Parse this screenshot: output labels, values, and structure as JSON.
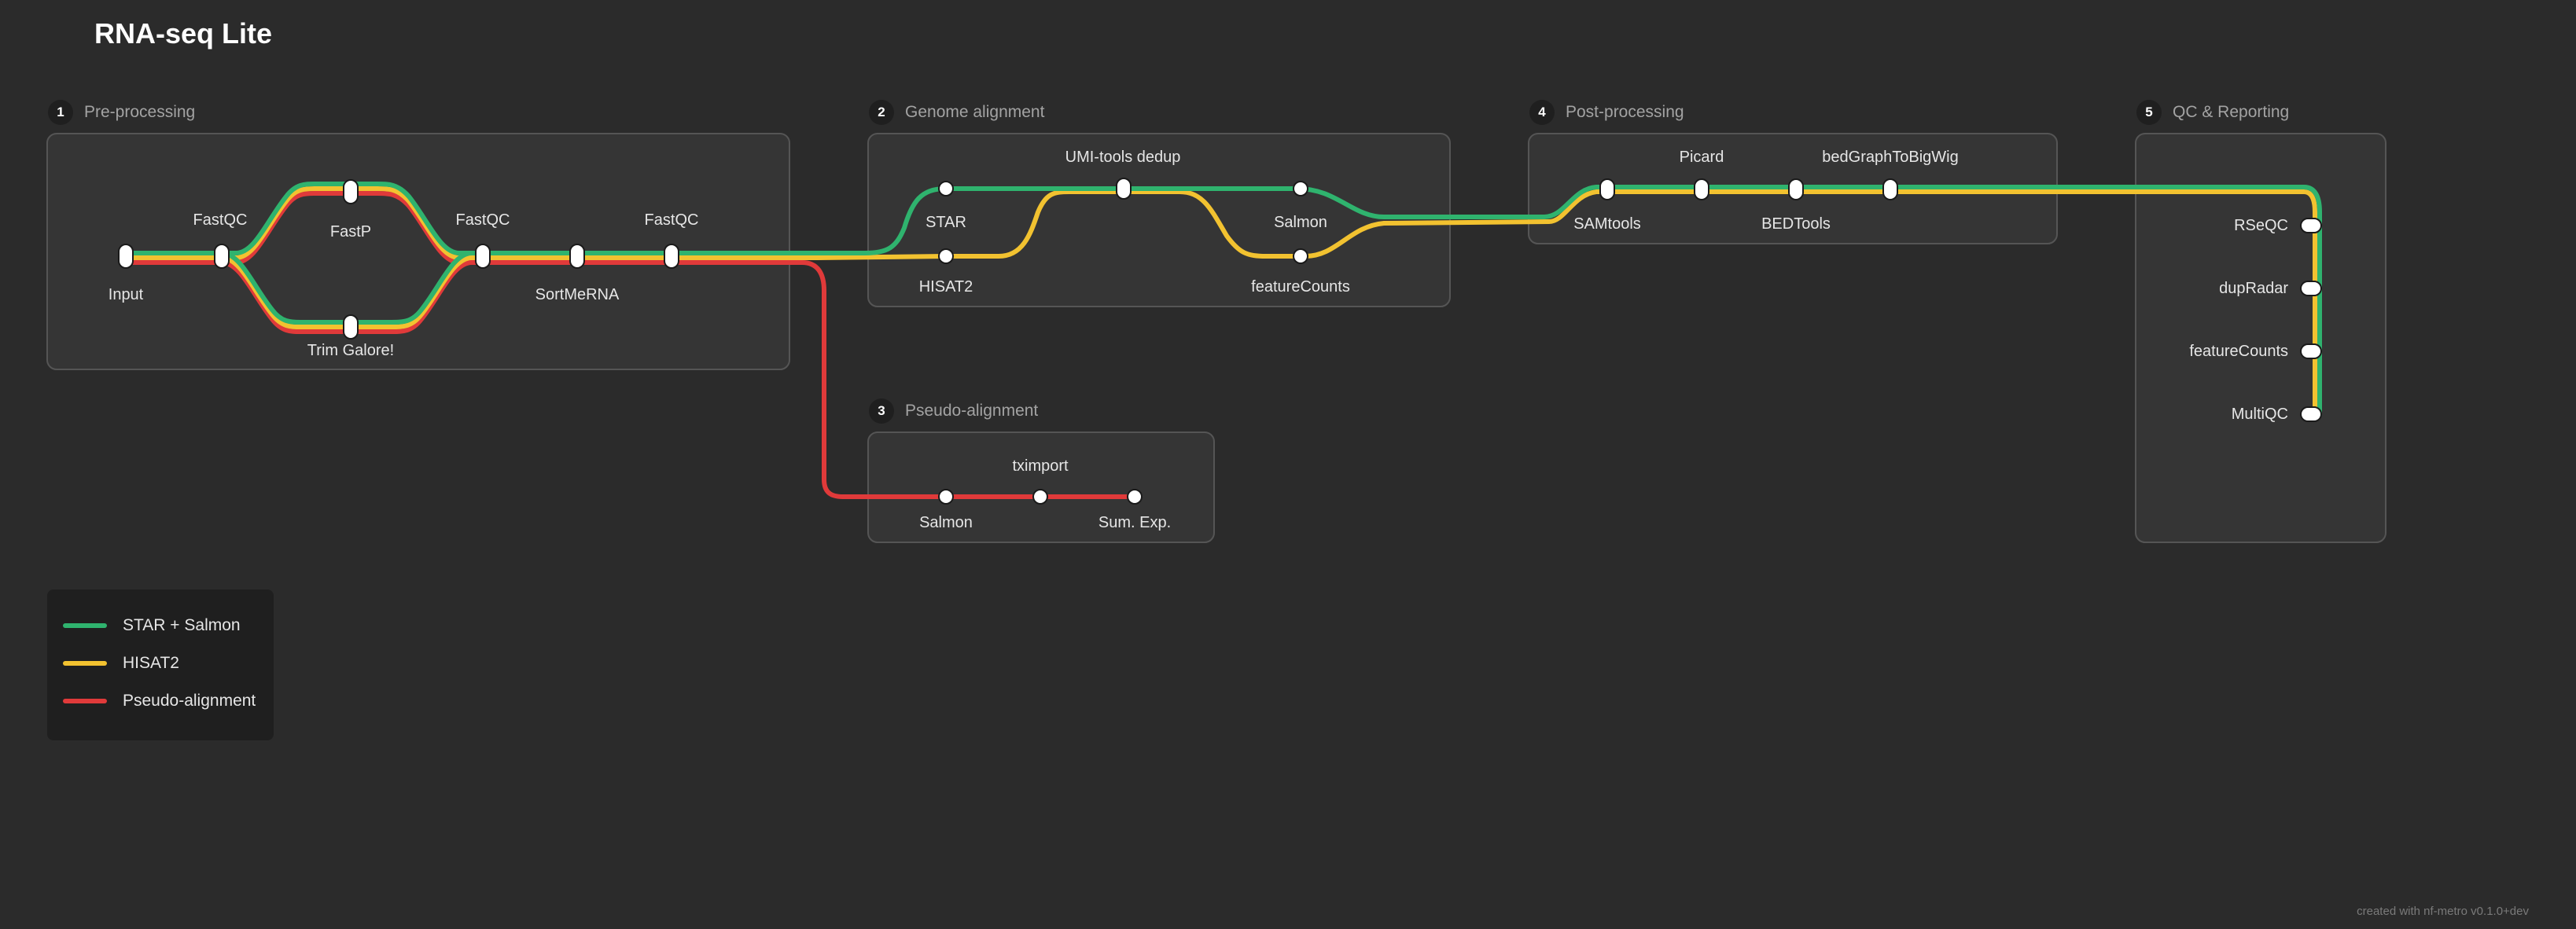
{
  "title": "RNA-seq Lite",
  "colors": {
    "background": "#2b2b2b",
    "box_fill": "#353535",
    "box_stroke": "#555555",
    "green": "#2fb36e",
    "yellow": "#f2c230",
    "red": "#e03a3a"
  },
  "legend": [
    {
      "label": "STAR + Salmon",
      "color": "#2fb36e"
    },
    {
      "label": "HISAT2",
      "color": "#f2c230"
    },
    {
      "label": "Pseudo-alignment",
      "color": "#e03a3a"
    }
  ],
  "sections": [
    {
      "num": "1",
      "label": "Pre-processing"
    },
    {
      "num": "2",
      "label": "Genome alignment"
    },
    {
      "num": "3",
      "label": "Pseudo-alignment"
    },
    {
      "num": "4",
      "label": "Post-processing"
    },
    {
      "num": "5",
      "label": "QC & Reporting"
    }
  ],
  "stations": {
    "input": "Input",
    "fastqc1": "FastQC",
    "fastp": "FastP",
    "trimgalore": "Trim Galore!",
    "fastqc2": "FastQC",
    "sortmerna": "SortMeRNA",
    "fastqc3": "FastQC",
    "star": "STAR",
    "hisat2": "HISAT2",
    "umitools": "UMI-tools dedup",
    "salmon_align": "Salmon",
    "featurecounts_align": "featureCounts",
    "salmon_pseudo": "Salmon",
    "tximport": "tximport",
    "sumexp": "Sum. Exp.",
    "samtools": "SAMtools",
    "picard": "Picard",
    "bedtools": "BEDTools",
    "bedgraph": "bedGraphToBigWig",
    "rseqc": "RSeQC",
    "dupradar": "dupRadar",
    "featurecounts_qc": "featureCounts",
    "multiqc": "MultiQC"
  },
  "footer": "created with nf-metro v0.1.0+dev"
}
